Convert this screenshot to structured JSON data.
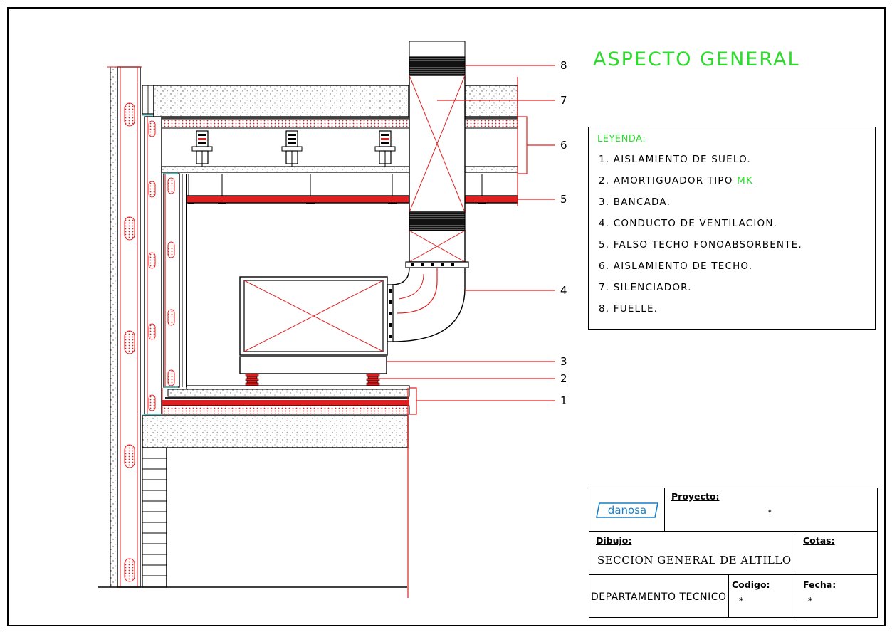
{
  "title": "ASPECTO GENERAL",
  "legend": {
    "heading": "LEYENDA:",
    "items": [
      {
        "num": "1.",
        "text": "AISLAMIENTO DE SUELO."
      },
      {
        "num": "2.",
        "text": "AMORTIGUADOR TIPO",
        "highlight": "MK"
      },
      {
        "num": "3.",
        "text": "BANCADA."
      },
      {
        "num": "4.",
        "text": "CONDUCTO DE VENTILACION."
      },
      {
        "num": "5.",
        "text": "FALSO TECHO FONOABSORBENTE."
      },
      {
        "num": "6.",
        "text": "AISLAMIENTO DE TECHO."
      },
      {
        "num": "7.",
        "text": "SILENCIADOR."
      },
      {
        "num": "8.",
        "text": "FUELLE."
      }
    ]
  },
  "callouts": [
    "8",
    "7",
    "6",
    "5",
    "4",
    "3",
    "2",
    "1"
  ],
  "title_block": {
    "logo_text": "danosa",
    "proyecto_label": "Proyecto:",
    "proyecto_value": "*",
    "dibujo_label": "Dibujo:",
    "dibujo_value": "SECCION GENERAL DE ALTILLO",
    "cotas_label": "Cotas:",
    "department": "DEPARTAMENTO TECNICO",
    "codigo_label": "Codigo:",
    "codigo_value": "*",
    "fecha_label": "Fecha:",
    "fecha_value": "*"
  },
  "colors": {
    "accent_green": "#2bdc2b",
    "drawing_red": "#e02020",
    "cyan": "#19d0d0",
    "logo_blue": "#1a7fc1"
  }
}
